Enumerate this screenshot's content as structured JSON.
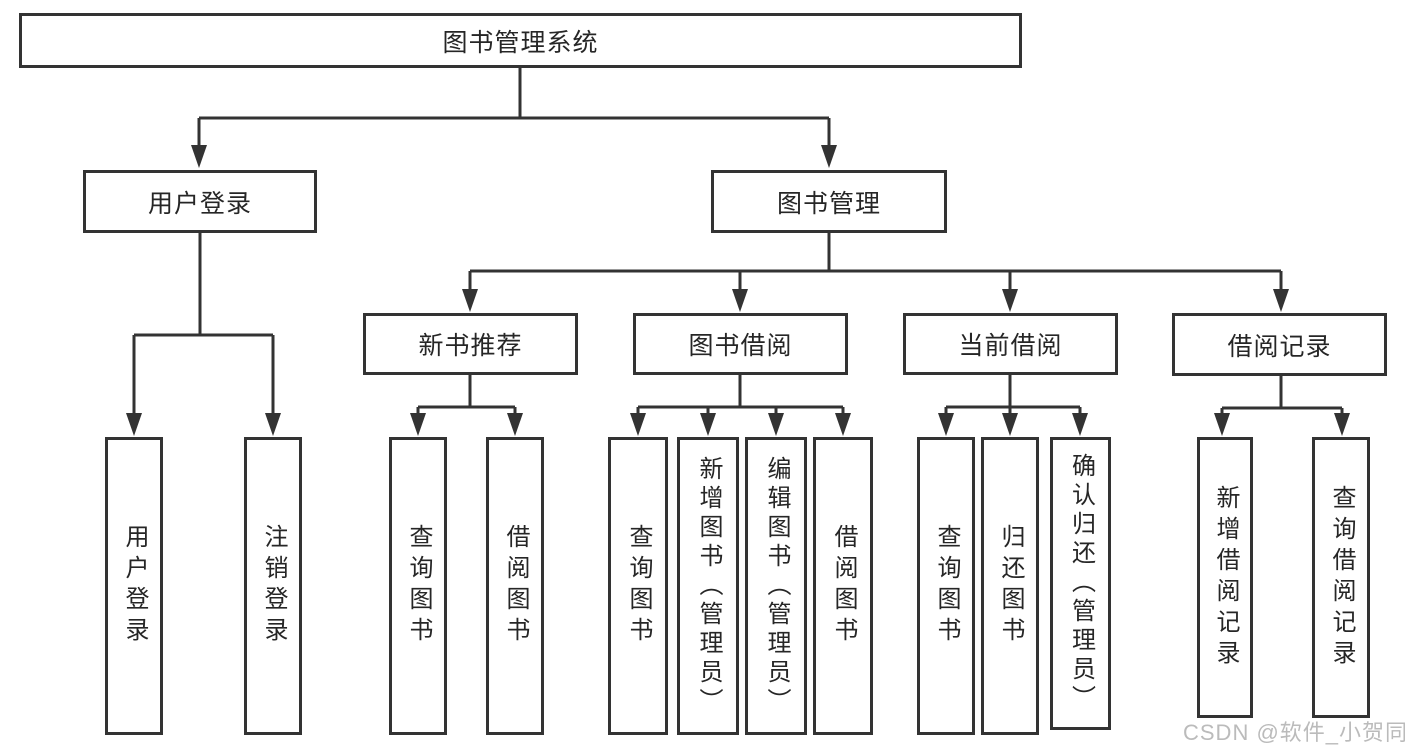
{
  "tree": {
    "root": {
      "label": "图书管理系统",
      "children": [
        {
          "label": "用户登录",
          "children": [
            {
              "label": "用户登录"
            },
            {
              "label": "注销登录"
            }
          ]
        },
        {
          "label": "图书管理",
          "children": [
            {
              "label": "新书推荐",
              "children": [
                {
                  "label": "查询图书"
                },
                {
                  "label": "借阅图书"
                }
              ]
            },
            {
              "label": "图书借阅",
              "children": [
                {
                  "label": "查询图书"
                },
                {
                  "label": "新增图书（管理员）"
                },
                {
                  "label": "编辑图书（管理员）"
                },
                {
                  "label": "借阅图书"
                }
              ]
            },
            {
              "label": "当前借阅",
              "children": [
                {
                  "label": "查询图书"
                },
                {
                  "label": "归还图书"
                },
                {
                  "label": "确认归还（管理员）"
                }
              ]
            },
            {
              "label": "借阅记录",
              "children": [
                {
                  "label": "新增借阅记录"
                },
                {
                  "label": "查询借阅记录"
                }
              ]
            }
          ]
        }
      ]
    }
  },
  "watermark": "CSDN @软件_小贺同学",
  "colors": {
    "line": "#333333",
    "text": "#262626",
    "watermark": "#b2b2b2"
  }
}
